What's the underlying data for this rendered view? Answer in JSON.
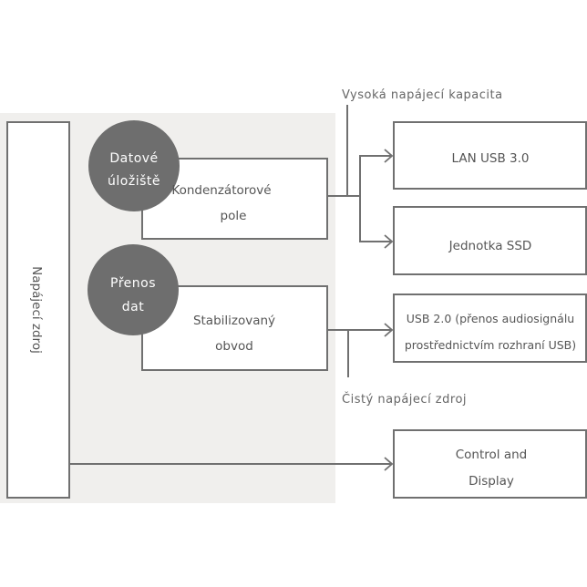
{
  "diagram": {
    "background_color": "#f0efed",
    "line_color": "#707070",
    "circle_color": "#6e6e6e",
    "power_supply": {
      "label": "Napájecí zdroj"
    },
    "groups": [
      {
        "circle_lines": [
          "Datové",
          "úložiště"
        ],
        "box_lines": [
          "Kondenzátorové",
          "pole"
        ]
      },
      {
        "circle_lines": [
          "Přenos",
          "dat"
        ],
        "box_lines": [
          "Stabilizovaný",
          "obvod"
        ]
      }
    ],
    "annotations": {
      "high_capacity": "Vysoká napájecí kapacita",
      "clean_power": "Čistý napájecí zdroj"
    },
    "outputs": [
      {
        "lines": [
          "LAN USB 3.0"
        ]
      },
      {
        "lines": [
          "Jednotka SSD"
        ]
      },
      {
        "lines": [
          "USB 2.0 (přenos audiosignálu",
          "prostřednictvím rozhraní USB)"
        ]
      },
      {
        "lines": [
          "Control and",
          "Display"
        ]
      }
    ]
  }
}
